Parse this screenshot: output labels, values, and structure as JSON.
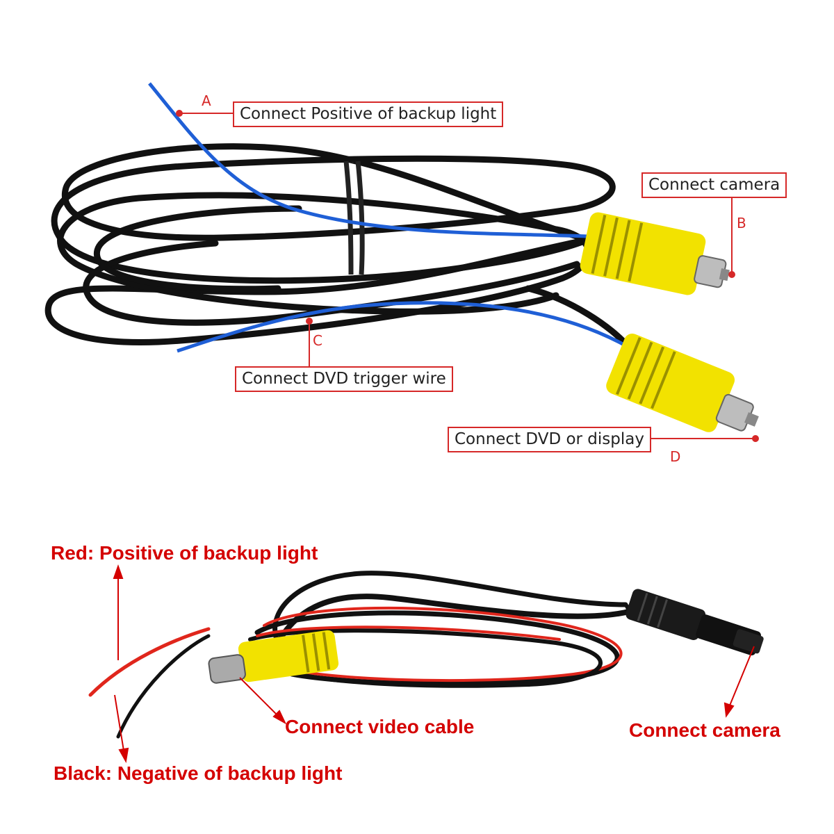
{
  "colors": {
    "accent": "#d62828",
    "label_red": "#d40000",
    "cable": "#111111",
    "wire_blue": "#1f5fd6",
    "wire_red": "#e0261c",
    "connector_yellow": "#f2e200"
  },
  "top_diagram": {
    "callouts": [
      {
        "letter": "A",
        "text": "Connect Positive of backup light"
      },
      {
        "letter": "B",
        "text": "Connect camera"
      },
      {
        "letter": "C",
        "text": "Connect DVD trigger wire"
      },
      {
        "letter": "D",
        "text": "Connect DVD or display"
      }
    ]
  },
  "bottom_diagram": {
    "labels": {
      "red_wire": "Red: Positive of backup light",
      "black_wire": "Black: Negative of backup light",
      "video": "Connect video cable",
      "camera": "Connect camera"
    }
  }
}
